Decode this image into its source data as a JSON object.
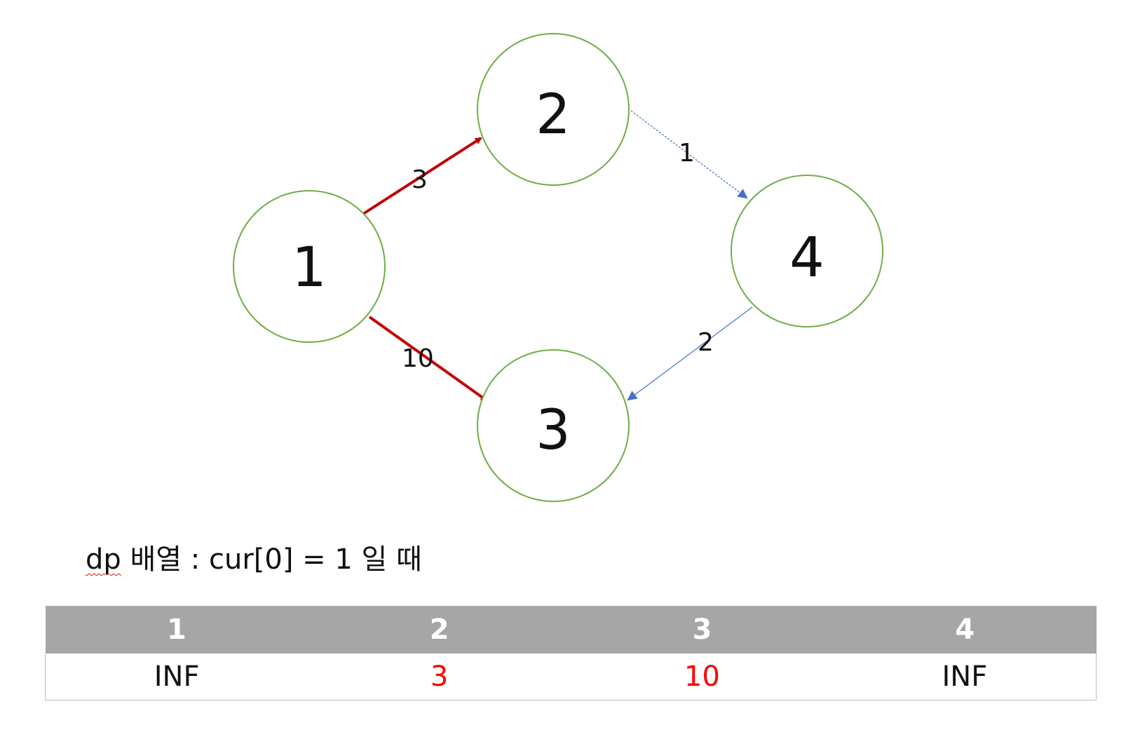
{
  "diagram": {
    "colors": {
      "node_stroke": "#70ad47",
      "edge_highlight": "#c00000",
      "edge_normal": "#4472c4"
    },
    "nodes": [
      {
        "id": "1",
        "label": "1"
      },
      {
        "id": "2",
        "label": "2"
      },
      {
        "id": "3",
        "label": "3"
      },
      {
        "id": "4",
        "label": "4"
      }
    ],
    "edges": [
      {
        "from": "1",
        "to": "2",
        "weight": "3",
        "highlighted": true
      },
      {
        "from": "1",
        "to": "3",
        "weight": "10",
        "highlighted": true
      },
      {
        "from": "2",
        "to": "4",
        "weight": "1",
        "highlighted": false
      },
      {
        "from": "4",
        "to": "3",
        "weight": "2",
        "highlighted": false
      }
    ]
  },
  "caption": {
    "prefix": "dp",
    "rest": " 배열 : cur[0] = 1 일 때"
  },
  "table": {
    "headers": [
      "1",
      "2",
      "3",
      "4"
    ],
    "values": [
      "INF",
      "3",
      "10",
      "INF"
    ],
    "value_colors": [
      "#111111",
      "#ff0000",
      "#ff0000",
      "#111111"
    ]
  }
}
